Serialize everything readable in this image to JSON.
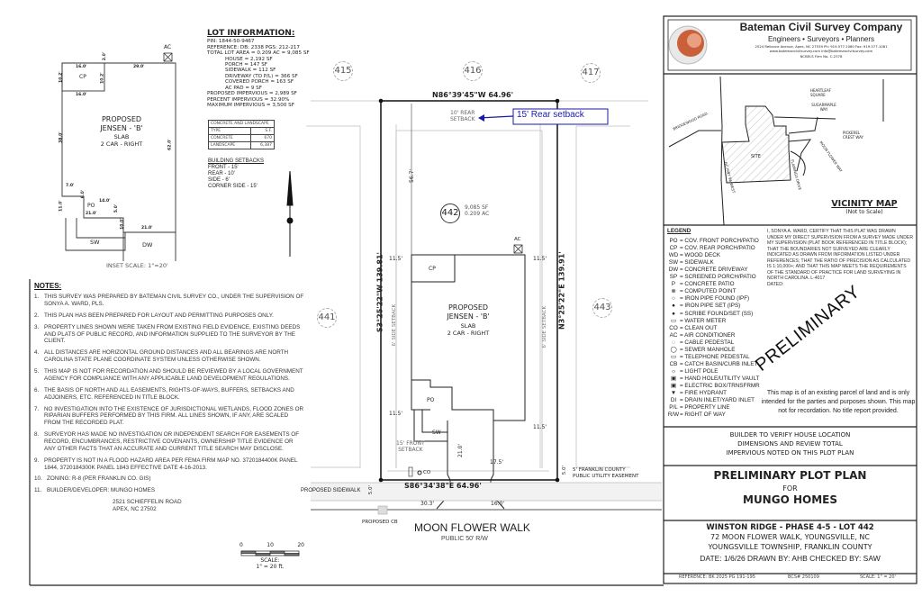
{
  "lot_info": {
    "title": "LOT INFORMATION:",
    "lines": [
      "PIN: 1844-50-9467",
      "REFERENCE: DB: 2338 PGS: 212-217",
      "TOTAL LOT AREA = 0.209 AC = 9,085 SF"
    ],
    "indented": [
      "HOUSE = 2,192 SF",
      "PORCH = 147 SF",
      "SIDEWALK = 112 SF",
      "DRIVEWAY (TO P/L) = 366 SF",
      "COVERED PORCH = 163 SF",
      "AC PAD = 9 SF"
    ],
    "totals": [
      "PROPOSED IMPERVIOUS = 2,989 SF",
      "PERCENT IMPERVIOUS = 32.90%",
      "MAXIMUM IMPERVIOUS = 3,500 SF"
    ],
    "table": {
      "title": "CONCRETE AND LANDSCAPE",
      "header": [
        "TYPE",
        "S.F."
      ],
      "rows": [
        [
          "CONCRETE",
          "670"
        ],
        [
          "LANDSCAPE",
          "6,387"
        ]
      ]
    },
    "setbacks": {
      "title": "BUILDING SETBACKS",
      "items": [
        "FRONT - 15'",
        "REAR - 10'",
        "SIDE - 6'",
        "CORNER SIDE - 15'"
      ]
    }
  },
  "inset": {
    "ac": "AC",
    "cp": "CP",
    "title": [
      "PROPOSED",
      "JENSEN - 'B'",
      "SLAB",
      "2 CAR - RIGHT"
    ],
    "dims": {
      "cp_top": "16.0'",
      "cp_bottom": "16.0'",
      "cp_side": "10.2'",
      "cp_side2": "10.2'",
      "top": "29.0'",
      "top_small": "2.0'",
      "left": "38.0'",
      "right": "62.0'",
      "po_top": "7.0'",
      "po_step": "6.0'",
      "po_mid": "14.0'",
      "po_left": "11.0'",
      "po_bottom": "21.0'",
      "po_r1": "5.0'",
      "po_r2": "10.0'",
      "bottom": "21.0'"
    },
    "po": "PO",
    "sw": "SW",
    "dw": "DW",
    "scale": "INSET SCALE: 1\"=20'"
  },
  "notes": {
    "title": "NOTES:",
    "items": [
      {
        "n": "1.",
        "t": "THIS SURVEY WAS PREPARED BY BATEMAN CIVIL SURVEY CO., UNDER THE SUPERVISION OF SONYA A. WARD, PLS."
      },
      {
        "n": "2.",
        "t": "THIS PLAN HAS BEEN PREPARED FOR LAYOUT AND PERMITTING PURPOSES ONLY."
      },
      {
        "n": "3.",
        "t": "PROPERTY LINES SHOWN WERE TAKEN FROM EXISTING FIELD EVIDENCE, EXISTING DEEDS AND PLATS OF PUBLIC RECORD, AND INFORMATION SUPPLIED TO THE SURVEYOR BY THE CLIENT."
      },
      {
        "n": "4.",
        "t": "ALL DISTANCES ARE HORIZONTAL GROUND DISTANCES AND ALL BEARINGS ARE NORTH CAROLINA  STATE PLANE COORDINATE SYSTEM UNLESS OTHERWISE SHOWN."
      },
      {
        "n": "5.",
        "t": "THIS MAP IS NOT FOR RECORDATION AND SHOULD BE REVIEWED BY A LOCAL GOVERNMENT AGENCY FOR COMPLIANCE WITH ANY APPLICABLE LAND DEVELOPMENT REGULATIONS."
      },
      {
        "n": "6.",
        "t": "THE BASIS OF NORTH AND ALL EASEMENTS, RIGHTS-OF-WAYS, BUFFERS, SETBACKS AND ADJOINERS, ETC. REFERENCED IN TITLE BLOCK."
      },
      {
        "n": "7.",
        "t": "NO INVESTIGATION INTO THE EXISTENCE OF JURISDICTIONAL WETLANDS, FLOOD ZONES OR RIPARIAN BUFFERS PERFORMED BY THIS FIRM. ALL LINES SHOWN, IF ANY, ARE SCALED FROM THE RECORDED PLAT."
      },
      {
        "n": "8.",
        "t": "SURVEYOR HAS MADE NO INVESTIGATION OR INDEPENDENT SEARCH FOR EASEMENTS OF RECORD, ENCUMBRANCES, RESTRICTIVE COVENANTS, OWNERSHIP TITLE EVIDENCE OR ANY OTHER FACTS THAT AN ACCURATE AND CURRENT TITLE SEARCH MAY DISCLOSE."
      },
      {
        "n": "9.",
        "t": "PROPERTY IS NOT IN A FLOOD HAZARD AREA PER FEMA FIRM MAP NO. 3720184400K PANEL 1844, 3720184300K PANEL 1843 EFFECTIVE DATE 4-16-2013."
      },
      {
        "n": "10.",
        "t": "ZONING:   R-8 (PER FRANKLIN CO. GIS)"
      },
      {
        "n": "11.",
        "t": "BUILDER/DEVELOPER:  MUNGO HOMES"
      }
    ],
    "builder_addr": [
      "2521 SCHIEFFELIN ROAD",
      "APEX, NC 27502"
    ]
  },
  "scale_bar": {
    "ticks": [
      "0",
      "10",
      "20"
    ],
    "label": "SCALE:",
    "value": "1\" = 20 ft."
  },
  "plot": {
    "parcels": {
      "p415": "415",
      "p416": "416",
      "p417": "417",
      "p441": "441",
      "p443": "443",
      "p442": "442"
    },
    "lot_area": [
      "9,085 SF",
      "0.209 AC"
    ],
    "north_line": "N86°39'45\"W    64.96'",
    "south_line": "S86°34'38\"E    64.96'",
    "west_line": "S3°25'22\"W    139.81'",
    "east_line": "N3°25'22\"E    139.91'",
    "rear_setback": [
      "10' REAR",
      "SETBACK"
    ],
    "callout": "15' Rear setback",
    "callout_color": "#1a1aa8",
    "depth": "56.7'",
    "side_setback": "6' SIDE SETBACK",
    "side_dims": [
      "11.5'",
      "11.5'",
      "11.5'",
      "11.5'"
    ],
    "front_setback": [
      "15' FRONT",
      "SETBACK"
    ],
    "house": [
      "PROPOSED",
      "JENSEN - 'B'",
      "SLAB",
      "2 CAR - RIGHT"
    ],
    "cp": "CP",
    "po": "PO",
    "sw": "SW",
    "ac": "AC",
    "co": "CO",
    "drive_depth": "21.0'",
    "drive_width": "17.5'",
    "apron_width": "16.0'",
    "curb_dist": "30.3'",
    "sidewalk_width": "5.0'",
    "easement_width": "5.0'",
    "easement": [
      "5' FRANKLIN COUNTY",
      "PUBLIC UTILITY EASEMENT"
    ],
    "proposed_sidewalk": "PROPOSED SIDEWALK",
    "proposed_cb": "PROPOSED CB",
    "street": "MOON FLOWER WALK",
    "street_rw": "PUBLIC 50' R/W"
  },
  "company": {
    "name": "Bateman Civil Survey Company",
    "tagline": "Engineers • Surveyors • Planners",
    "address": "2524 Reliance Avenue, Apex, NC 27539   Ph: 919.577.1080  Fax: 919.577.1081",
    "web": "www.batemancivilsurvey.com        info@batemancivilsurvey.com",
    "license": "NCBELS Firm No. C-2378"
  },
  "vicinity": {
    "title": "VICINITY MAP",
    "subtitle": "(Not to Scale)",
    "labels": {
      "site": "SITE",
      "heartleaf": "HEARTLEAF SQUARE",
      "sugarmaple": "SUGARMAPLE WAY",
      "pickerel": "PICKEREL CREST WAY",
      "bridgewood": "BRIDGEWOOD ROAD",
      "nc96": "NC HWY 96 WEST",
      "moonflower": "MOON FLOWER WAY",
      "flamingo": "FLAMINGO DRIVE"
    }
  },
  "legend": {
    "title": "LEGEND",
    "items": [
      [
        "PO",
        "= COV. FRONT PORCH/PATIO"
      ],
      [
        "CP",
        "= COV. REAR PORCH/PATIO"
      ],
      [
        "WD",
        "= WOOD DECK"
      ],
      [
        "SW",
        "= SIDEWALK"
      ],
      [
        "DW",
        "= CONCRETE DRIVEWAY"
      ],
      [
        "SP",
        "= SCREENED PORCH/PATIO"
      ],
      [
        "P",
        "= CONCRETE PATIO"
      ],
      [
        "⊗",
        "= COMPUTED POINT"
      ],
      [
        "○",
        "= IRON PIPE FOUND (IPF)"
      ],
      [
        "●",
        "= IRON PIPE SET (IPS)"
      ],
      [
        "●",
        "= SCRIBE FOUND/SET (SS)"
      ],
      [
        "▭",
        "= WATER METER"
      ],
      [
        "CO",
        "= CLEAN OUT"
      ],
      [
        "AC",
        "= AIR CONDITIONER"
      ],
      [
        "◌",
        "= CABLE PEDESTAL"
      ],
      [
        "◯",
        "= SEWER MANHOLE"
      ],
      [
        "▭",
        "= TELEPHONE PEDESTAL"
      ],
      [
        "CB",
        "= CATCH BASIN/CURB INLET"
      ],
      [
        "☼",
        "= LIGHT POLE"
      ],
      [
        "▣",
        "= HAND HOLE/UTILITY VAULT"
      ],
      [
        "▣",
        "= ELECTRIC BOX/TRNSFRMR"
      ],
      [
        "▼",
        "= FIRE HYDRANT"
      ],
      [
        "DI",
        "= DRAIN INLET/YARD INLET"
      ],
      [
        "P/L",
        "= PROPERTY LINE"
      ],
      [
        "R/W",
        "= RIGHT OF WAY"
      ]
    ]
  },
  "certification": "I, SONYA A. WARD, CERTIFY THAT THIS PLAT WAS DRAWN UNDER MY DIRECT SUPERVISION FROM A SURVEY MADE UNDER MY SUPERVISION (PLAT BOOK REFERENCED IN TITLE BLOCK); THAT THE BOUNDARIES NOT SURVEYED ARE CLEARLY INDICATED AS DRAWN FROM INFORMATION LISTED UNDER REFERENCES; THAT THE RATIO OF PRECISION AS CALCULATED IS 1:10,000+; AND THAT THIS MAP MEETS THE REQUIREMENTS OF THE STANDARD OF PRACTICE FOR LAND SURVEYING IN NORTH CAROLINA. L-4017",
  "dated": "DATED:",
  "preliminary_stamp": "PRELIMINARY",
  "disclaimer": "This map is of an existing parcel of land and is only intended for the parties and purposes shown. This map not for recordation. No title report provided.",
  "builder_note": [
    "BUILDER TO VERIFY HOUSE LOCATION",
    "DIMENSIONS AND REVIEW TOTAL",
    "IMPERVIOUS NOTED ON THIS PLOT PLAN"
  ],
  "title_block": {
    "title": "PRELIMINARY PLOT PLAN",
    "for": "FOR",
    "client": "MUNGO HOMES"
  },
  "project": {
    "name": "WINSTON RIDGE - PHASE 4-5 - LOT 442",
    "address": "72 MOON FLOWER WALK, YOUNGSVILLE, NC",
    "township": "YOUNGSVILLE TOWNSHIP, FRANKLIN COUNTY",
    "date_line": "DATE: 1/6/26   DRAWN BY: AHB   CHECKED BY: SAW"
  },
  "footer": {
    "reference": "REFERENCE: BK 2025 PG 191-195",
    "bcs": "BCS# 250109",
    "scale": "SCALE: 1\" = 20'"
  }
}
